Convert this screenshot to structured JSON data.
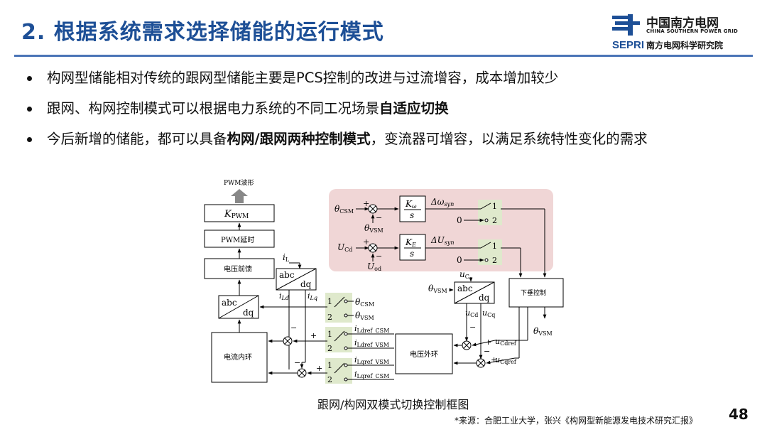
{
  "header": {
    "title": "2. 根据系统需求选择储能的运行模式",
    "logo_cn": "中国南方电网",
    "logo_en": "CHINA SOUTHERN POWER GRID",
    "sepri": "SEPRI",
    "sepri_cn": "南方电网科学研究院"
  },
  "bullets": [
    {
      "text": "构网型储能相对传统的跟网型储能主要是PCS控制的改进与过流增容，成本增加较少"
    },
    {
      "pre": "跟网、构网控制模式可以根据电力系统的不同工况场景",
      "bold": "自适应切换"
    },
    {
      "pre": "今后新增的储能，都可以具备",
      "bold": "构网/跟网两种控制模式",
      "post": "，变流器可增容，以满足系统特性变化的需求"
    }
  ],
  "diagram": {
    "pwm_wave": "PWM波形",
    "k_pwm": "K",
    "k_pwm_sub": "PWM",
    "pwm_delay": "PWM延时",
    "volt_ff": "电压前馈",
    "current_loop": "电流内环",
    "voltage_loop": "电压外环",
    "droop": "下垂控制",
    "abc": "abc",
    "dq": "dq",
    "theta": "θ",
    "csm": "CSM",
    "vsm": "VSM",
    "u_letter": "U",
    "ucd_sub": "Cd",
    "uod_sub": "od",
    "k_omega": "K",
    "omega_sub": "ω",
    "k_e": "K",
    "e_sub": "E",
    "s": "s",
    "d_omega": "Δω",
    "syn": "syn",
    "d_u": "ΔU",
    "zero": "0",
    "one": "1",
    "two": "2",
    "i": "i",
    "u": "u",
    "l": "L",
    "ld": "Ld",
    "lq": "Lq",
    "c": "C",
    "cd": "Cd",
    "cq": "Cq",
    "ldref_csm": "Ldref_CSM",
    "ldref_vsm": "Ldref_VSM",
    "lqref_vsm": "Lqref_VSM",
    "lqref_csm": "Lqref_CSM",
    "cdref": "Cdref",
    "cqref": "Cqref",
    "plus": "+",
    "minus": "−"
  },
  "caption": "跟网/构网双模式切换控制框图",
  "source": "*来源：合肥工业大学，张兴《构网型新能源发电技术研究汇报》",
  "page_number": "48",
  "colors": {
    "title": "#1d4f96",
    "rule": "#4a74b6",
    "highlight_box": "#f0d6d6",
    "switch_bg": "#dfe9cc"
  }
}
